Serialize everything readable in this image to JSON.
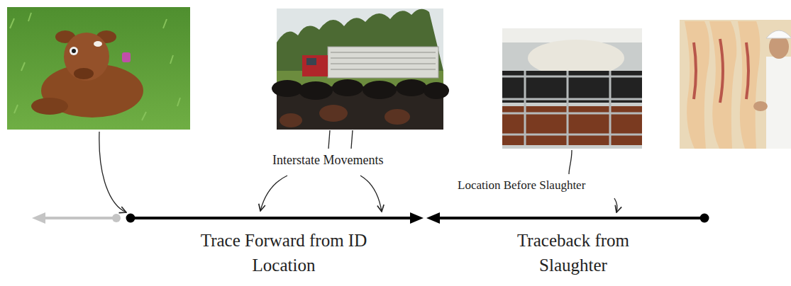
{
  "diagram": {
    "labels": [
      "Interstate Movements",
      "Location Before Slaughter",
      "Trace Forward from ID Location",
      "Traceback from Slaughter"
    ]
  }
}
